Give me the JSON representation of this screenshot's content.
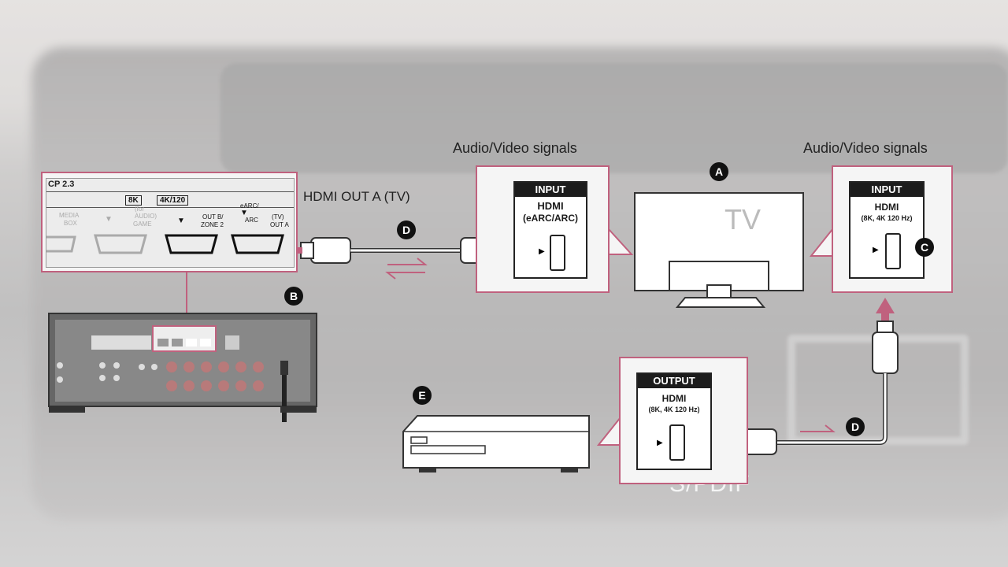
{
  "signals": {
    "left": "Audio/Video signals",
    "right": "Audio/Video signals"
  },
  "hdmi_out_label": "HDMI OUT A (TV)",
  "markers": {
    "A": "A",
    "B": "B",
    "C": "C",
    "D": "D",
    "E": "E"
  },
  "tv_label": "TV",
  "receiver_panel": {
    "cp": "CP 2.3",
    "badge_8k": "8K",
    "badge_4k": "4K/120",
    "media": "MEDIA",
    "box": "BOX",
    "for_audio_1": "(for",
    "for_audio_2": "AUDIO)",
    "game": "GAME",
    "out_b_1": "OUT B/",
    "out_b_2": "ZONE 2",
    "earc_1": "eARC/",
    "earc_2": "ARC",
    "tv_1": "(TV)",
    "tv_2": "OUT A"
  },
  "tv_input": {
    "tag": "INPUT",
    "line1": "HDMI",
    "line2": "(eARC/ARC)"
  },
  "right_input": {
    "tag": "INPUT",
    "line1": "HDMI",
    "line2": "(8K, 4K 120 Hz)"
  },
  "output": {
    "tag": "OUTPUT",
    "line1": "HDMI",
    "line2": "(8K, 4K 120 Hz)"
  },
  "spdif": "S/PDIF",
  "colors": {
    "accent": "#c0617e",
    "cable": "#9a9a9a"
  }
}
